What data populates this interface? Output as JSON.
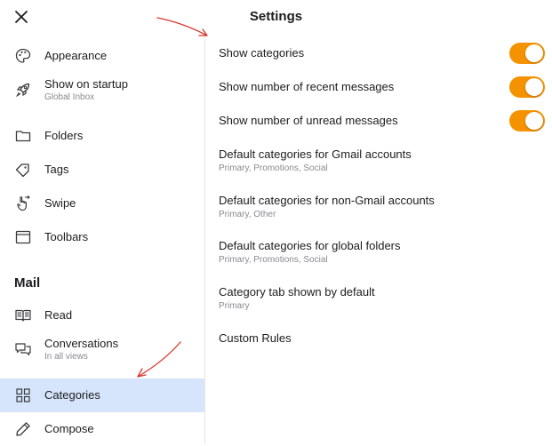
{
  "header": {
    "title": "Settings",
    "close_icon": "close-icon"
  },
  "sidebar": {
    "items": [
      {
        "label": "Appearance",
        "icon": "palette-icon"
      },
      {
        "label": "Show on startup",
        "sub": "Global Inbox",
        "icon": "rocket-icon"
      },
      {
        "label": "Folders",
        "icon": "folder-icon"
      },
      {
        "label": "Tags",
        "icon": "tag-icon"
      },
      {
        "label": "Swipe",
        "icon": "swipe-hand-icon"
      },
      {
        "label": "Toolbars",
        "icon": "toolbar-icon"
      }
    ],
    "section_mail": "Mail",
    "mail_items": [
      {
        "label": "Read",
        "icon": "book-icon"
      },
      {
        "label": "Conversations",
        "sub": "In all views",
        "icon": "chat-bubbles-icon"
      },
      {
        "label": "Categories",
        "icon": "grid-icon",
        "selected": true
      },
      {
        "label": "Compose",
        "icon": "pencil-icon"
      }
    ]
  },
  "main": {
    "toggles": [
      {
        "label": "Show categories",
        "on": true
      },
      {
        "label": "Show number of recent messages",
        "on": true
      },
      {
        "label": "Show number of unread messages",
        "on": true
      }
    ],
    "options": [
      {
        "label": "Default categories for Gmail accounts",
        "sub": "Primary, Promotions, Social"
      },
      {
        "label": "Default categories for non-Gmail accounts",
        "sub": "Primary, Other"
      },
      {
        "label": "Default categories for global folders",
        "sub": "Primary, Promotions, Social"
      },
      {
        "label": "Category tab shown by default",
        "sub": "Primary"
      },
      {
        "label": "Custom Rules"
      }
    ]
  },
  "colors": {
    "accent": "#f59200",
    "selected_bg": "#d6e5fb",
    "annotation": "#d9342b"
  }
}
